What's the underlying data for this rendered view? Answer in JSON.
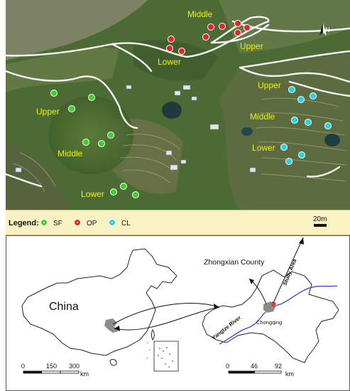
{
  "satellite": {
    "zone_labels": [
      {
        "id": "op-middle",
        "text": "Middle"
      },
      {
        "id": "op-upper",
        "text": "Upper"
      },
      {
        "id": "op-lower",
        "text": "Lower"
      },
      {
        "id": "sf-upper",
        "text": "Upper"
      },
      {
        "id": "sf-middle",
        "text": "Middle"
      },
      {
        "id": "sf-lower",
        "text": "Lower"
      },
      {
        "id": "cl-upper",
        "text": "Upper"
      },
      {
        "id": "cl-middle",
        "text": "Middle"
      },
      {
        "id": "cl-lower",
        "text": "Lower"
      }
    ],
    "north_label": "N",
    "colors": {
      "SF": "#3fcf2c",
      "OP": "#e0262b",
      "CL": "#27d3e0",
      "label": "#f2f000"
    }
  },
  "legend": {
    "title": "Legend:",
    "items": [
      {
        "key": "SF",
        "label": "SF",
        "color": "#3fcf2c"
      },
      {
        "key": "OP",
        "label": "OP",
        "color": "#e0262b"
      },
      {
        "key": "CL",
        "label": "CL",
        "color": "#27d3e0"
      }
    ],
    "scale_label": "20m"
  },
  "china_map": {
    "country_label": "China",
    "scale_ticks": [
      "0",
      "150",
      "300"
    ],
    "scale_unit": "km"
  },
  "region_map": {
    "county_label": "Zhongxian County",
    "study_area_label": "Study Area",
    "river_label": "Yangtze River",
    "city_label": "Chongqing",
    "scale_ticks": [
      "0",
      "46",
      "92"
    ],
    "scale_unit": "km"
  }
}
